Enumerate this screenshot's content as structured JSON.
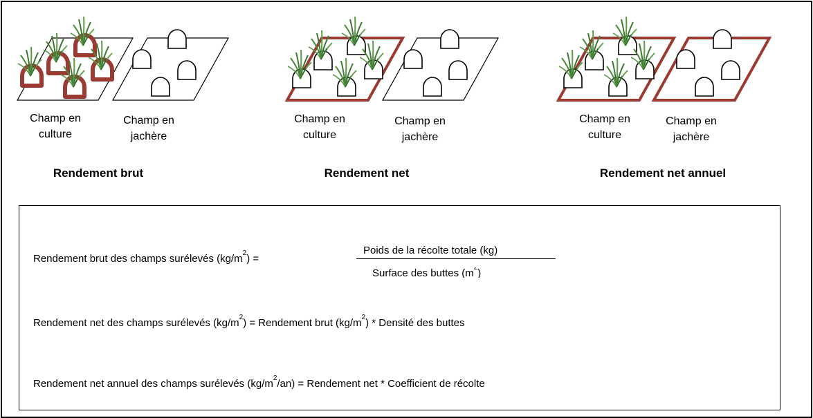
{
  "panels": [
    {
      "title": "Rendement brut",
      "cultivated_label_1": "Champ en",
      "cultivated_label_2": "culture",
      "fallow_label_1": "Champ en",
      "fallow_label_2": "jachère"
    },
    {
      "title": "Rendement net",
      "cultivated_label_1": "Champ en",
      "cultivated_label_2": "culture",
      "fallow_label_1": "Champ en",
      "fallow_label_2": "jachère"
    },
    {
      "title": "Rendement net annuel",
      "cultivated_label_1": "Champ en",
      "cultivated_label_2": "culture",
      "fallow_label_1": "Champ en",
      "fallow_label_2": "jachère"
    }
  ],
  "formulas": {
    "f1_lhs_a": "Rendement brut des champs surélevés (kg/m",
    "f1_sup": "2",
    "f1_lhs_b": ") =",
    "f1_numerator": "Poids de la récolte totale (kg)",
    "f1_denominator_a": "Surface des buttes (m",
    "f1_denominator_sup": "2",
    "f1_denominator_b": ")",
    "f2_a": "Rendement net des champs surélevés (kg/m",
    "f2_sup1": "2",
    "f2_b": ") = Rendement brut (kg/m",
    "f2_sup2": "2",
    "f2_c": ") * Densité des buttes",
    "f3_a": "Rendement net annuel des champs surélevés (kg/m",
    "f3_sup": "2",
    "f3_b": "/an) =  Rendement net * Coefficient de récolte"
  },
  "colors": {
    "highlight": "#9b3a32",
    "outline": "#000000",
    "plant": "#4a8a3a"
  }
}
